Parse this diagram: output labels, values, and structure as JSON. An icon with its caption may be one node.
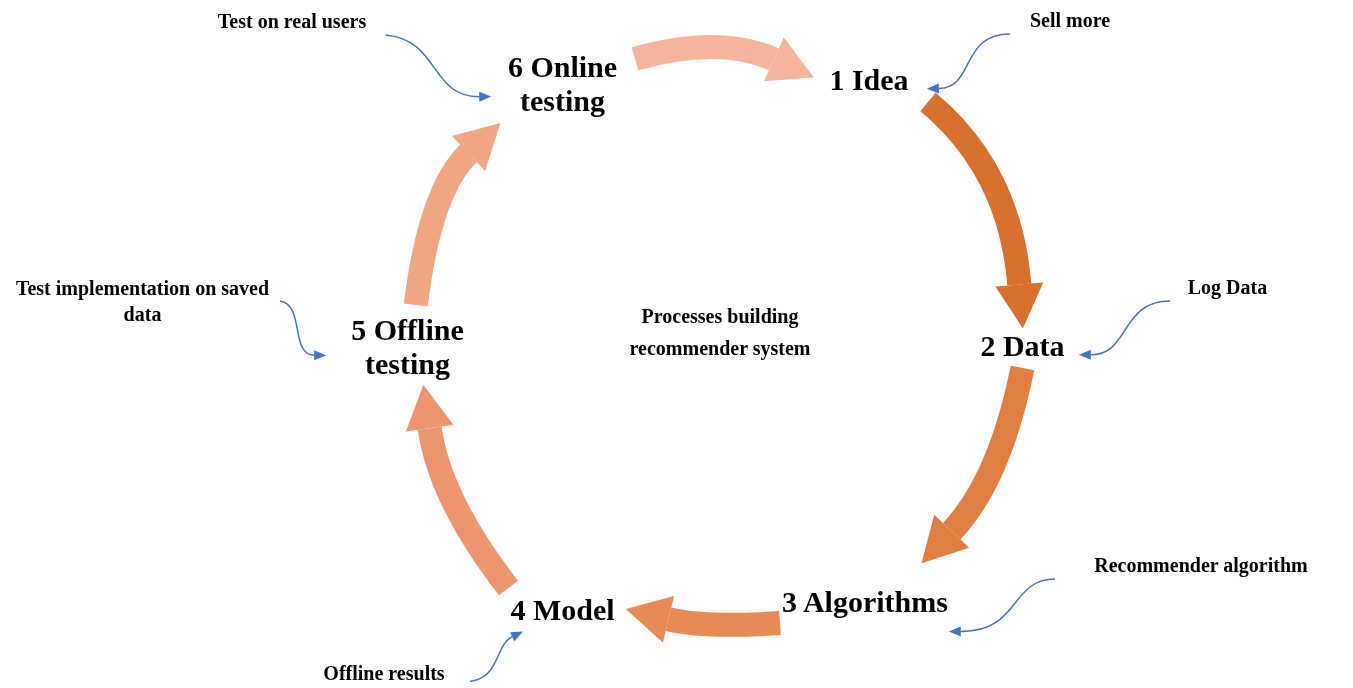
{
  "diagram": {
    "nodes": [
      {
        "text": [
          "1 Idea"
        ]
      },
      {
        "text": [
          "2 Data"
        ]
      },
      {
        "text": [
          "3 Algorithms"
        ]
      },
      {
        "text": [
          "4 Model"
        ]
      },
      {
        "text": [
          "5 Offline testing"
        ]
      },
      {
        "text": [
          "6 Online testing"
        ]
      },
      {
        "text": [
          "Sell more"
        ]
      },
      {
        "text": [
          "Log Data"
        ]
      },
      {
        "text": [
          "Recommender algorithm"
        ]
      },
      {
        "text": [
          "Offline results"
        ]
      },
      {
        "text": [
          "Test implementation on saved data"
        ]
      },
      {
        "text": [
          "Test on real users"
        ]
      }
    ],
    "edges": [
      {
        "from": 0,
        "to": 1,
        "arrow": "to",
        "style": "thick",
        "color": "#d9702c"
      },
      {
        "from": 1,
        "to": 2,
        "arrow": "to",
        "style": "thick",
        "color": "#e07e41"
      },
      {
        "from": 2,
        "to": 3,
        "arrow": "to",
        "style": "thick",
        "color": "#e88a55"
      },
      {
        "from": 3,
        "to": 4,
        "arrow": "to",
        "style": "thick",
        "color": "#ec9570"
      },
      {
        "from": 4,
        "to": 5,
        "arrow": "to",
        "style": "thick",
        "color": "#f0a583"
      },
      {
        "from": 5,
        "to": 0,
        "arrow": "to",
        "style": "thick",
        "color": "#f4b59c"
      },
      {
        "from": 6,
        "to": 0,
        "arrow": "to",
        "color": "#4472c4"
      },
      {
        "from": 7,
        "to": 1,
        "arrow": "to",
        "color": "#4472c4"
      },
      {
        "from": 8,
        "to": 2,
        "arrow": "to",
        "color": "#4472c4"
      },
      {
        "from": 9,
        "to": 3,
        "arrow": "to",
        "color": "#4472c4"
      },
      {
        "from": 10,
        "to": 4,
        "arrow": "to",
        "color": "#4472c4"
      },
      {
        "from": 11,
        "to": 5,
        "arrow": "to",
        "color": "#4472c4"
      }
    ],
    "labels": [
      "Processes building recommender system"
    ]
  }
}
